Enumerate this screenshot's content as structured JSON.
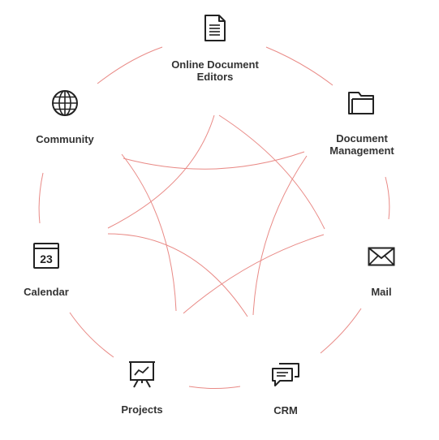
{
  "colors": {
    "curve": "#e98a86",
    "icon": "#222222",
    "text": "#333333"
  },
  "modules": [
    {
      "id": "editors",
      "label": [
        "Online Document",
        "Editors"
      ],
      "icon": "document-icon"
    },
    {
      "id": "docs",
      "label": [
        "Document",
        "Management"
      ],
      "icon": "folder-icon"
    },
    {
      "id": "mail",
      "label": [
        "Mail"
      ],
      "icon": "envelope-icon"
    },
    {
      "id": "crm",
      "label": [
        "CRM"
      ],
      "icon": "chat-bubbles-icon"
    },
    {
      "id": "projects",
      "label": [
        "Projects"
      ],
      "icon": "presentation-board-icon"
    },
    {
      "id": "calendar",
      "label": [
        "Calendar"
      ],
      "icon": "calendar-icon",
      "day": "23"
    },
    {
      "id": "community",
      "label": [
        "Community"
      ],
      "icon": "globe-icon"
    }
  ]
}
